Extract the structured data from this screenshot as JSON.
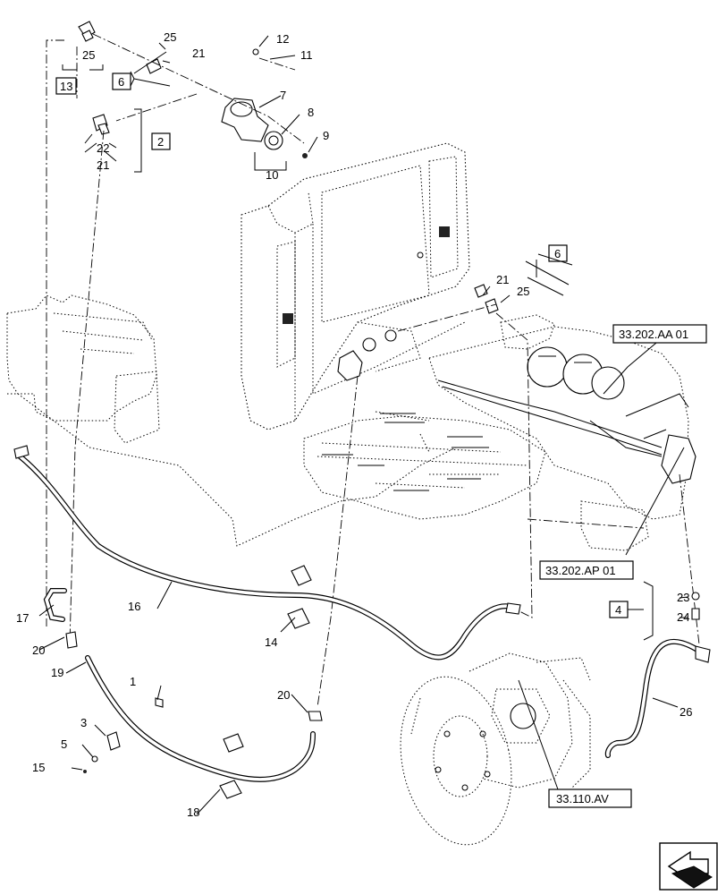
{
  "callouts": {
    "c1": "1",
    "c2": "2",
    "c3": "3",
    "c4": "4",
    "c5": "5",
    "c6a": "6",
    "c6b": "6",
    "c7": "7",
    "c8": "8",
    "c9": "9",
    "c10": "10",
    "c11": "11",
    "c12": "12",
    "c13": "13",
    "c14": "14",
    "c15": "15",
    "c16": "16",
    "c17": "17",
    "c18": "18",
    "c19": "19",
    "c20a": "20",
    "c20b": "20",
    "c21a": "21",
    "c21b": "21",
    "c21c": "21",
    "c22": "22",
    "c23": "23",
    "c24": "24",
    "c25a": "25",
    "c25b": "25",
    "c25c": "25",
    "c26": "26"
  },
  "references": {
    "aa01": "33.202.AA 01",
    "ap01": "33.202.AP 01",
    "av": "33.110.AV"
  },
  "icons": {
    "nav": "next-page-arrow-icon"
  }
}
